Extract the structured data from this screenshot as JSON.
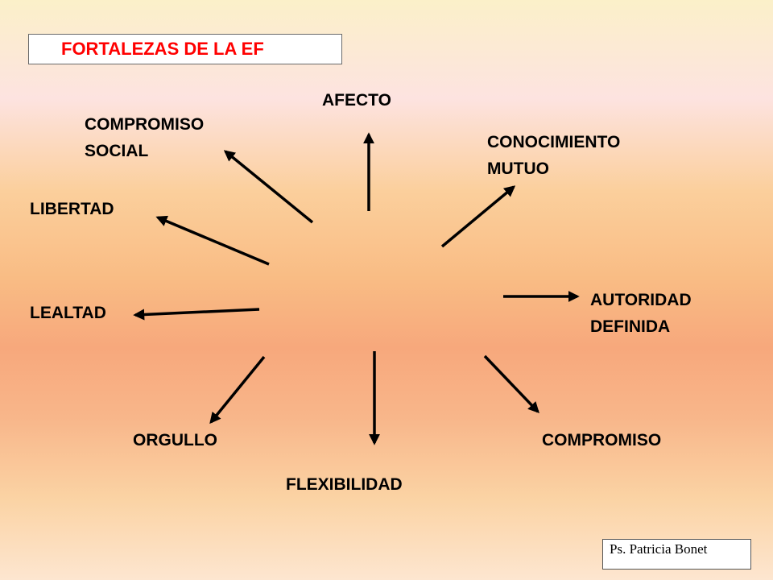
{
  "title": "FORTALEZAS DE LA EF",
  "author": "Ps. Patricia Bonet",
  "strengths": {
    "afecto": "AFECTO",
    "compromiso_social": [
      "COMPROMISO",
      "SOCIAL"
    ],
    "conocimiento_mutuo": [
      "CONOCIMIENTO",
      "MUTUO"
    ],
    "libertad": "LIBERTAD",
    "lealtad": "LEALTAD",
    "autoridad_definida": [
      "AUTORIDAD",
      "DEFINIDA"
    ],
    "orgullo": "ORGULLO",
    "flexibilidad": "FLEXIBILIDAD",
    "compromiso": "COMPROMISO"
  },
  "colors": {
    "title_text": "#ff0000",
    "arrow": "#000000"
  }
}
